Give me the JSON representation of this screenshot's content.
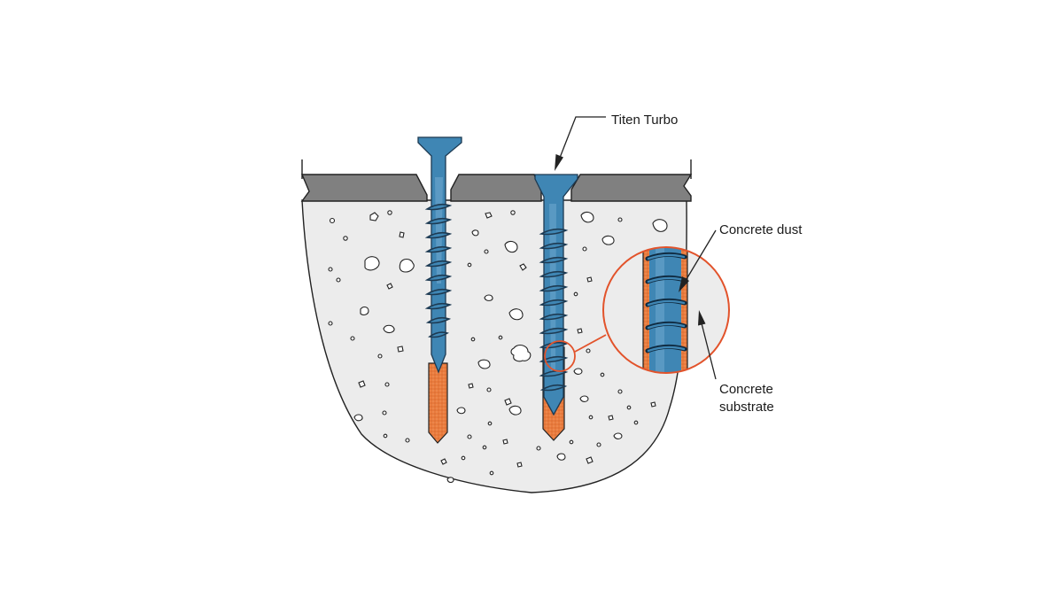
{
  "labels": {
    "titen_turbo": "Titen Turbo",
    "concrete_dust": "Concrete dust",
    "concrete_substrate_line1": "Concrete",
    "concrete_substrate_line2": "substrate"
  },
  "colors": {
    "concrete_fill": "#ececec",
    "slab_fill": "#808080",
    "screw_blue": "#3f86b4",
    "screw_dark": "#1d4f73",
    "dust_orange": "#e97b3d",
    "callout_red": "#e2532b",
    "outline": "#222222"
  }
}
